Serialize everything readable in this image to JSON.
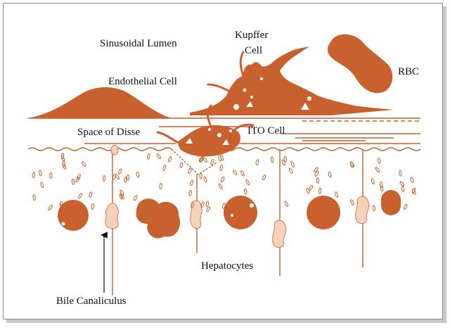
{
  "labels": {
    "sinusoidal_lumen": "Sinusoidal Lumen",
    "kupffer_line1": "Kupffer",
    "kupffer_line2": "Cell",
    "rbc": "RBC",
    "endothelial_cell": "Endothelial Cell",
    "space_of_disse": "Space of Disse",
    "ito_cell": "ITO Cell",
    "hepatocytes": "Hepatocytes",
    "bile_canaliculus": "Bile Canaliculus"
  },
  "colors": {
    "cell": "#c8612e",
    "canaliculus": "#f6d2bb",
    "line": "#c8612e",
    "text": "#111111"
  }
}
